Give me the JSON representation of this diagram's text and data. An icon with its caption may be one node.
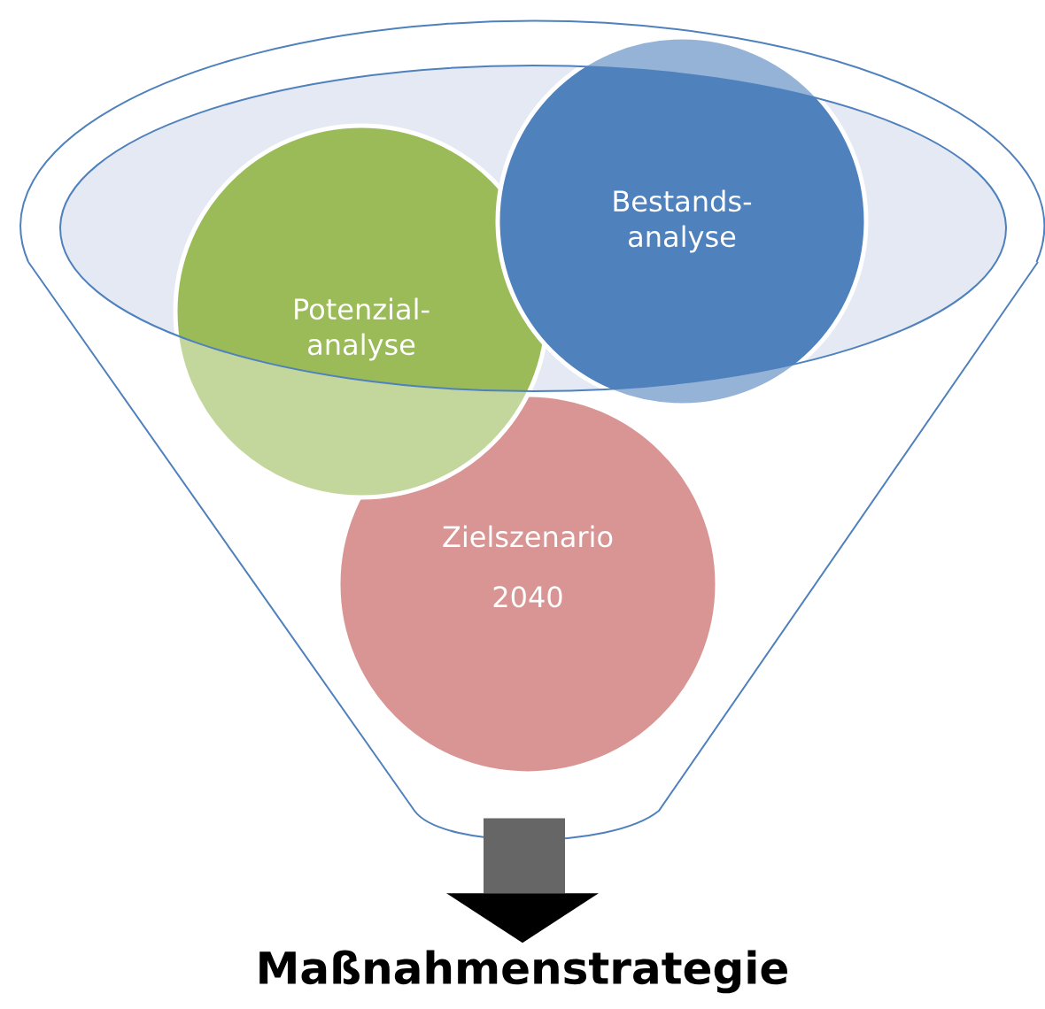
{
  "diagram": {
    "nodes": [
      {
        "text": [],
        "shape": "funnel"
      },
      {
        "text": [
          "Potenzial- analyse"
        ],
        "in": 0
      },
      {
        "text": [
          "Bestands- analyse"
        ],
        "in": 0
      },
      {
        "text": [
          "Zielszenario 2040"
        ],
        "in": 0
      },
      {
        "text": [
          "Maßnahmenstrategie"
        ]
      }
    ],
    "edges": [
      {
        "from": 0,
        "to": 4,
        "arrow": "to"
      }
    ]
  }
}
